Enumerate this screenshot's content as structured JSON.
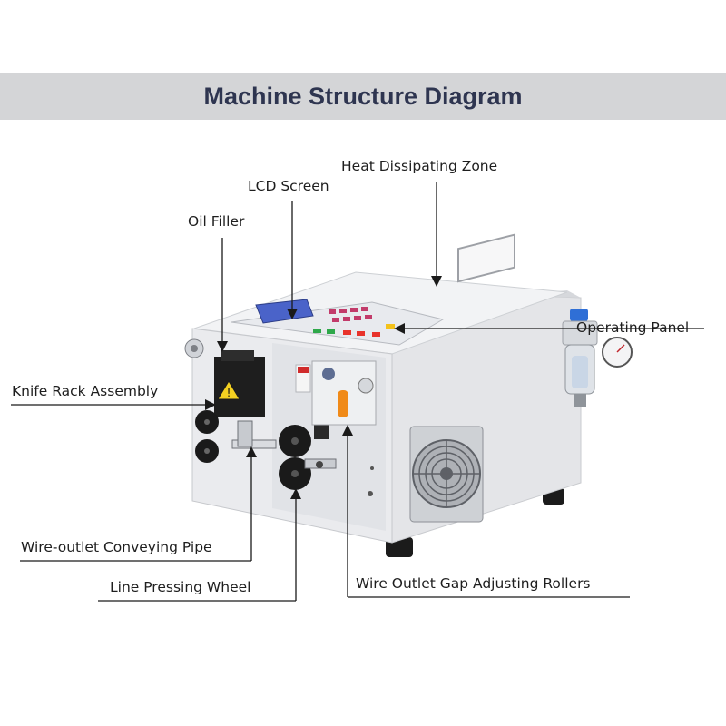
{
  "title": "Machine Structure Diagram",
  "labels": {
    "heat": "Heat Dissipating Zone",
    "lcd": "LCD Screen",
    "oil": "Oil Filler",
    "operating": "Operating Panel",
    "knife": "Knife Rack Assembly",
    "pipe": "Wire-outlet Conveying Pipe",
    "wheel": "Line Pressing Wheel",
    "rollers": "Wire Outlet Gap Adjusting Rollers"
  },
  "colors": {
    "band": "#d4d5d7",
    "title": "#2e3550",
    "body": "#ecedef",
    "lcd": "#4a63c9",
    "knob": "#f08a18",
    "pipe_blue": "#2f6fd6"
  }
}
